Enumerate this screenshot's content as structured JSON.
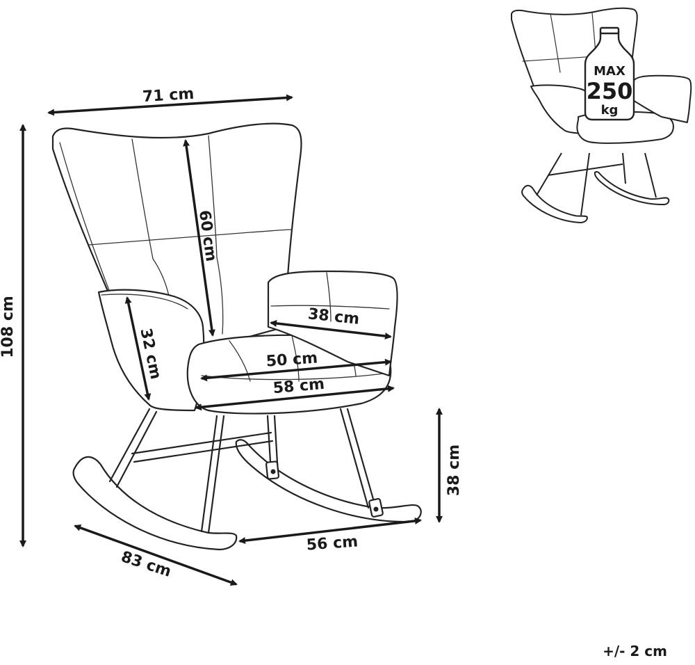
{
  "dimensions": {
    "width_top": "71 cm",
    "height_total": "108 cm",
    "backrest_height": "60 cm",
    "armrest_height": "32 cm",
    "armrest_depth": "38 cm",
    "seat_depth": "50 cm",
    "seat_width": "58 cm",
    "seat_height": "38 cm",
    "base_width": "56 cm",
    "depth_total": "83 cm"
  },
  "badge": {
    "line1": "MAX",
    "line2": "250",
    "line3": "kg"
  },
  "tolerance": "+/- 2 cm"
}
